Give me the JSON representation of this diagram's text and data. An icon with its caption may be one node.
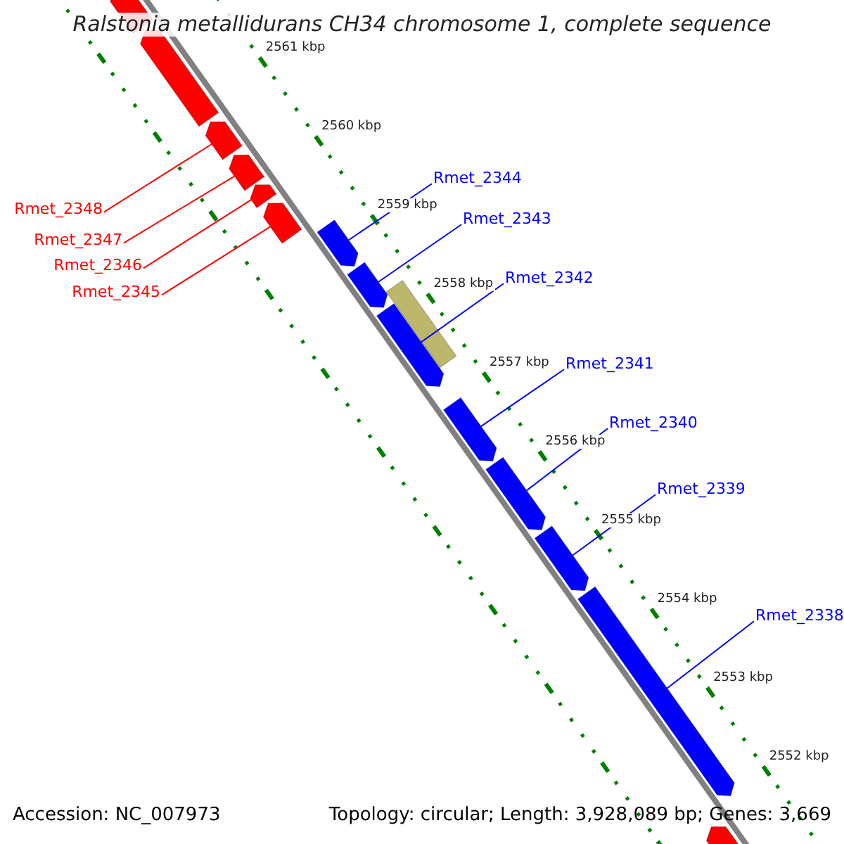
{
  "diagram": {
    "title": "Ralstonia metallidurans CH34 chromosome 1, complete sequence",
    "nodes": [
      {
        "text": [
          "Rmet_2348"
        ]
      },
      {
        "text": [
          "Rmet_2347"
        ]
      },
      {
        "text": [
          "Rmet_2346"
        ]
      },
      {
        "text": [
          "Rmet_2345"
        ]
      },
      {
        "text": [
          "Rmet_2344"
        ]
      },
      {
        "text": [
          "Rmet_2343"
        ]
      },
      {
        "text": [
          "Rmet_2342"
        ]
      },
      {
        "text": [
          "Rmet_2341"
        ]
      },
      {
        "text": [
          "Rmet_2340"
        ]
      },
      {
        "text": [
          "Rmet_2339"
        ]
      },
      {
        "text": [
          "Rmet_2338"
        ]
      },
      {
        "text": [],
        "shape": "bar"
      },
      {
        "text": [],
        "shape": "bar"
      },
      {
        "text": [],
        "shape": "bar"
      },
      {
        "text": [],
        "shape": "bar"
      },
      {
        "text": [],
        "shape": "bar"
      },
      {
        "text": [],
        "shape": "bar"
      },
      {
        "text": [],
        "shape": "bar"
      },
      {
        "text": [],
        "shape": "bar"
      },
      {
        "text": [],
        "shape": "bar"
      },
      {
        "text": [],
        "shape": "bar"
      },
      {
        "text": [],
        "shape": "bar"
      },
      {
        "text": [],
        "shape": "bar"
      },
      {
        "text": [],
        "shape": "bar"
      },
      {
        "text": [],
        "shape": "bar"
      },
      {
        "text": [],
        "shape": "bar"
      }
    ],
    "edges": [
      {
        "from": 0,
        "to": 13,
        "arrow": "none",
        "color": "#ff0000"
      },
      {
        "from": 1,
        "to": 14,
        "arrow": "none",
        "color": "#ff0000"
      },
      {
        "from": 2,
        "to": 15,
        "arrow": "none",
        "color": "#ff0000"
      },
      {
        "from": 3,
        "to": 16,
        "arrow": "none",
        "color": "#ff0000"
      },
      {
        "from": 4,
        "to": 17,
        "arrow": "none"
      },
      {
        "from": 5,
        "to": 18,
        "arrow": "none"
      },
      {
        "from": 6,
        "to": 20,
        "arrow": "none"
      },
      {
        "from": 7,
        "to": 21,
        "arrow": "none"
      },
      {
        "from": 8,
        "to": 22,
        "arrow": "none"
      },
      {
        "from": 9,
        "to": 23,
        "arrow": "none"
      },
      {
        "from": 10,
        "to": 24,
        "arrow": "none"
      }
    ],
    "labels": [
      "2561 kbp",
      "2560 kbp",
      "2559 kbp",
      "2558 kbp",
      "2557 kbp",
      "2556 kbp",
      "2555 kbp",
      "2554 kbp",
      "2553 kbp",
      "2552 kbp",
      "Accession: NC_007973",
      "Topology: circular; Length: 3,928,089 bp; Genes: 3,669"
    ]
  }
}
